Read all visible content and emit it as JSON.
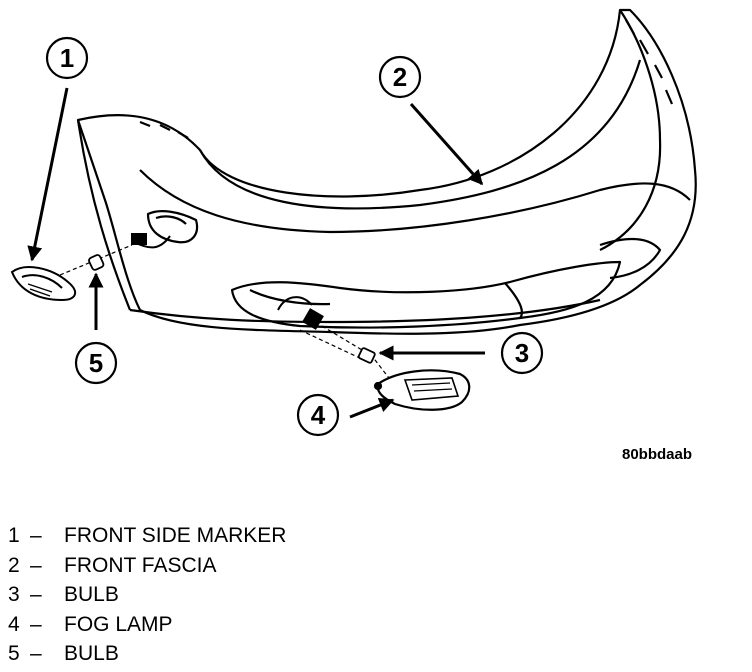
{
  "figure": {
    "code": "80bbdaab",
    "callouts": [
      "1",
      "2",
      "3",
      "4",
      "5"
    ],
    "icons": [
      "front-side-marker",
      "front-fascia",
      "marker-bulb",
      "fog-lamp",
      "fog-lamp-bulb"
    ]
  },
  "legend": [
    {
      "num": "1",
      "dash": "–",
      "label": "FRONT SIDE MARKER"
    },
    {
      "num": "2",
      "dash": "–",
      "label": "FRONT FASCIA"
    },
    {
      "num": "3",
      "dash": "–",
      "label": "BULB"
    },
    {
      "num": "4",
      "dash": "–",
      "label": "FOG LAMP"
    },
    {
      "num": "5",
      "dash": "–",
      "label": "BULB"
    }
  ]
}
